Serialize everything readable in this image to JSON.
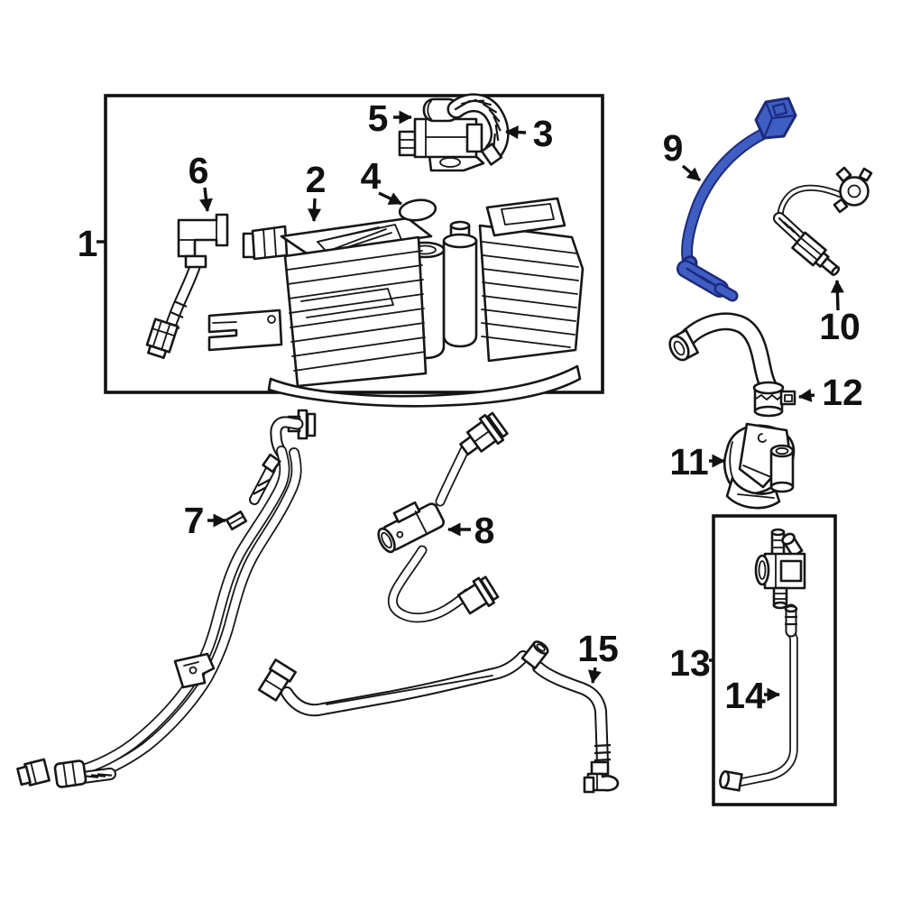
{
  "colors": {
    "background": "#ffffff",
    "line": "#161616",
    "highlight_fill": "#3f5ec4",
    "highlight_stroke": "#1c2a7d"
  },
  "labels": {
    "p1": "1",
    "p2": "2",
    "p3": "3",
    "p4": "4",
    "p5": "5",
    "p6": "6",
    "p7": "7",
    "p8": "8",
    "p9": "9",
    "p10": "10",
    "p11": "11",
    "p12": "12",
    "p13": "13",
    "p14": "14",
    "p15": "15"
  }
}
